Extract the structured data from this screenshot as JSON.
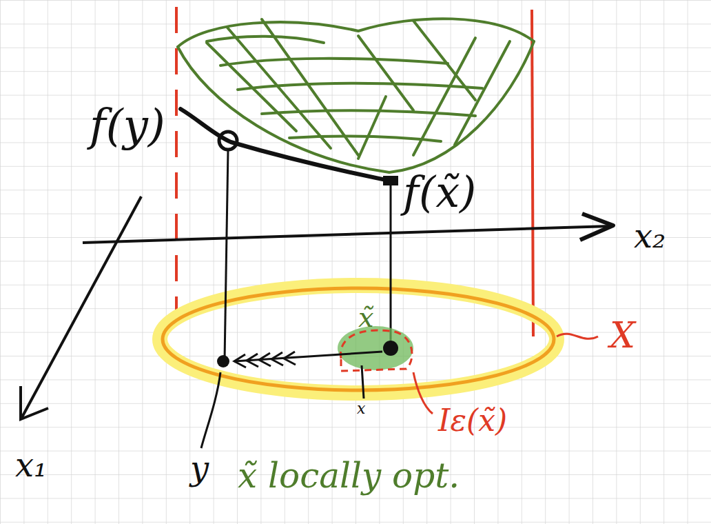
{
  "diagram": {
    "labels": [
      "f(y)",
      "f(x̃)",
      "x₂",
      "x₁",
      "x̃",
      "X",
      "Iε(x̃)",
      "y",
      "x",
      "x̃ locally opt."
    ]
  }
}
